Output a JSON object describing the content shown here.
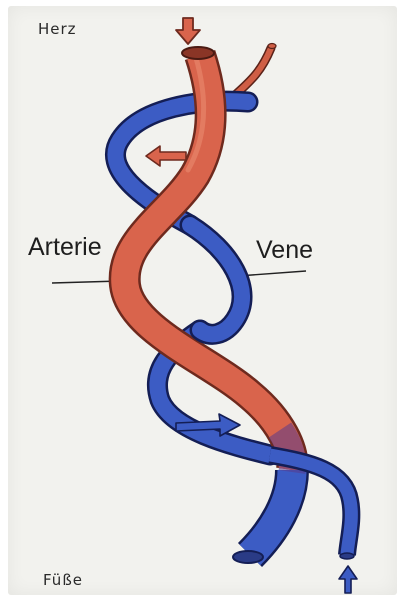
{
  "labels": {
    "top_left": "Herz",
    "bottom_left": "Füße",
    "left": "Arterie",
    "right": "Vene"
  },
  "colors": {
    "artery": "#d9644c",
    "artery_outline": "#6e2a1e",
    "vein": "#3c5cc4",
    "vein_outline": "#141e55",
    "flow_arrow_red": "#d9644c",
    "flow_arrow_blue": "#3c5cc4",
    "background": "#f2f2ee"
  }
}
